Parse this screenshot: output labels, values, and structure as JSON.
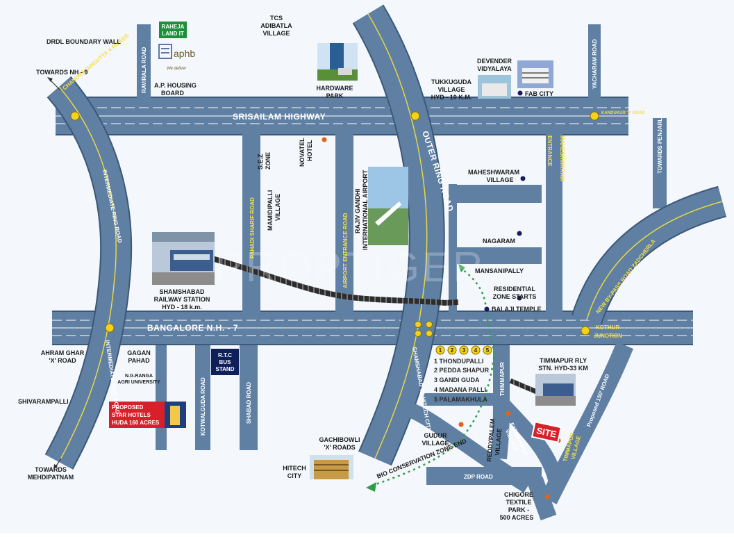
{
  "roads": {
    "srisailam": "SRISAILAM HIGHWAY",
    "bangalore": "BANGALORE N.H. - 7",
    "outer_ring": "OUTER RING ROAD",
    "shamshabad_hitech": "SHAMSHABAD TO HITECH CITY",
    "intermediate_top": "INTERMEDIATE RING ROAD",
    "intermediate_bottom": "INTERMEDIATE RING ROAD",
    "chandrayangutta": "CHANDRAYANGUTTA X ROADS",
    "ravirala": "RAVIRALA ROAD",
    "yacharam": "YACHARAM ROAD",
    "maheshwaram": "MAHESHWARAM",
    "entrance": "ENTRANCE",
    "towards_penjarla": "TOWARDS PENJARLA",
    "pahadi_shariff": "PAHADI SHARIF ROAD",
    "airport_entrance": "AIRPORT ENTRANCE ROAD",
    "kotwalguda": "KOTWALGUDA ROAD",
    "shabad": "SHABAD ROAD",
    "new_bypass": "NEW BY-PASS ROAD ZADCHERLA",
    "proposed_150": "Proposed 150' ROAD",
    "zdp": "ZDP ROAD",
    "kandukur": "KANDUKUR 'X' ROAD",
    "thimmapur_road": "THIMMAPUR"
  },
  "places": {
    "drdl": "DRDL BOUNDARY WALL",
    "raheja": [
      "RAHEJA",
      "LAND IT"
    ],
    "aphb_logo": "aphb",
    "aphb_tagline": "We deliver",
    "ap_housing": [
      "A.P. HOUSING",
      "BOARD"
    ],
    "tcs": [
      "TCS",
      "ADIBATLA",
      "VILLAGE"
    ],
    "hardware_park": [
      "HARDWARE",
      "PARK"
    ],
    "tukkuguda": [
      "TUKKUGUDA",
      "VILLAGE",
      "HYD - 19 K.M."
    ],
    "devender": [
      "DEVENDER",
      "VIDYALAYA"
    ],
    "fab_city": "FAB CITY",
    "towards_nh9": "TOWARDS NH - 9",
    "novatel": [
      "NOVATEL",
      "HOTEL"
    ],
    "sez": [
      "S.E.Z",
      "ZONE"
    ],
    "mamidipalli": [
      "MAMIDIPALLI",
      "VILLAGE"
    ],
    "rgia": [
      "RAJIV GANDHI",
      "INTERNATIONAL AIRPORT"
    ],
    "maheshwaram_village": [
      "MAHESHWARAM",
      "VILLAGE"
    ],
    "nagaram": "NAGARAM",
    "mansanipally": "MANSANIPALLY",
    "residential": [
      "RESIDENTIAL",
      "ZONE STARTS"
    ],
    "balaji": "BALAJI TEMPLE",
    "shamshabad_station": [
      "SHAMSHABAD",
      "RAILWAY STATION",
      "HYD - 18 k.m."
    ],
    "kothur": [
      "KOTHUR",
      "JUNCTION"
    ],
    "ahram": [
      "AHRAM GHAR",
      "'X' ROAD"
    ],
    "gagan": [
      "GAGAN",
      "PAHAD"
    ],
    "ngranga": [
      "N.G.RANGA",
      "AGRI UNIVERSITY"
    ],
    "rtc": [
      "R.T.C",
      "BUS",
      "STAND"
    ],
    "shivarampalli": "SHIVARAMPALLI",
    "star_hotels": [
      "PROPOSED",
      "STAR HOTELS",
      "HUDA 160 ACRES"
    ],
    "towards_mehdipatnam": [
      "TOWARDS",
      "MEHDIPATNAM"
    ],
    "gachibowli": [
      "GACHIBOWLI",
      "'X' ROADS"
    ],
    "hitech": [
      "HITECH",
      "CITY"
    ],
    "gudur": [
      "GUDUR",
      "VILLAGE"
    ],
    "bio_zone": "BIO CONSERVATION ZONE END",
    "reddypalem": [
      "REDDYPALEM",
      "VILLAGE"
    ],
    "fathimapur": [
      "FATHIMAPUR",
      "VILLAGE"
    ],
    "timmapur_village": [
      "TIMMAPUR",
      "VILLAGE"
    ],
    "timmapur_rly": [
      "TIMMAPUR RLY",
      "STN. HYD-33 KM"
    ],
    "site": "SITE",
    "chigore": [
      "CHIGORE",
      "TEXTILE",
      "PARK -",
      "500 ACRES"
    ],
    "watermark": "PROPTIGER"
  },
  "numbered_list": [
    "1",
    "2",
    "3",
    "4",
    "5"
  ],
  "villages": [
    "1  THONDUPALLI",
    "2  PEDDA SHAPUR",
    "3  GANDI GUDA",
    "4  MADANA PALLI",
    "5  PALAMAKHULA"
  ],
  "colors": {
    "road": "#5f7fa3",
    "road_edge": "#3b5878",
    "lane": "#ffffff",
    "highlight_lane": "#e8d844",
    "marker": "#f5d21a",
    "site_red": "#d8202a",
    "bio_path": "#2e9e4a"
  }
}
